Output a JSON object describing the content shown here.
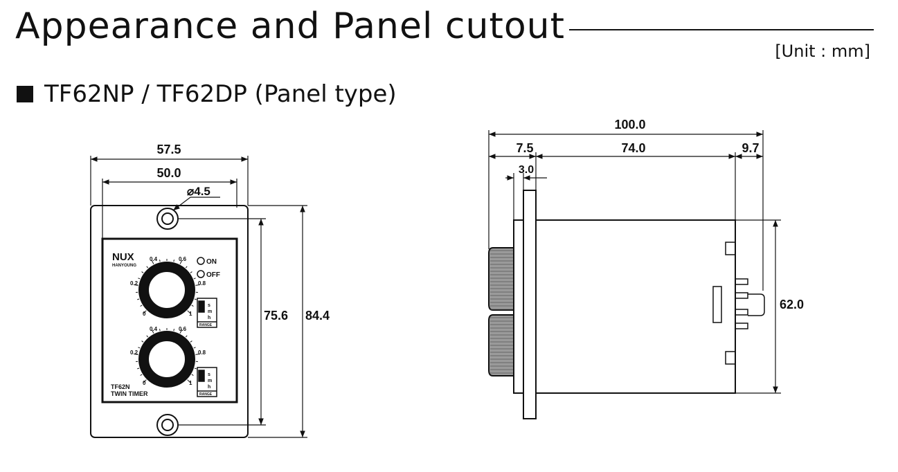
{
  "header": {
    "title": "Appearance and Panel cutout",
    "unit": "[Unit : mm]",
    "subtitle": "TF62NP / TF62DP (Panel type)"
  },
  "front_view": {
    "dim_width_outer": "57.5",
    "dim_width_inner": "50.0",
    "dim_hole": "⌀4.5",
    "dim_height_inner": "75.6",
    "dim_height_outer": "84.4",
    "brand": "NUX",
    "brand_sub": "HANYOUNG",
    "led_on": "ON",
    "led_off": "OFF",
    "dial_ticks": [
      "0",
      "0.2",
      "0.4",
      "0.6",
      "0.8",
      "1"
    ],
    "range_letters": [
      "s",
      "m",
      "h"
    ],
    "range_label": "RANGE",
    "model": "TF62N",
    "model_name": "TWIN TIMER"
  },
  "side_view": {
    "dim_total": "100.0",
    "dim_front": "7.5",
    "dim_body": "74.0",
    "dim_rear": "9.7",
    "dim_flange": "3.0",
    "dim_height": "62.0"
  }
}
